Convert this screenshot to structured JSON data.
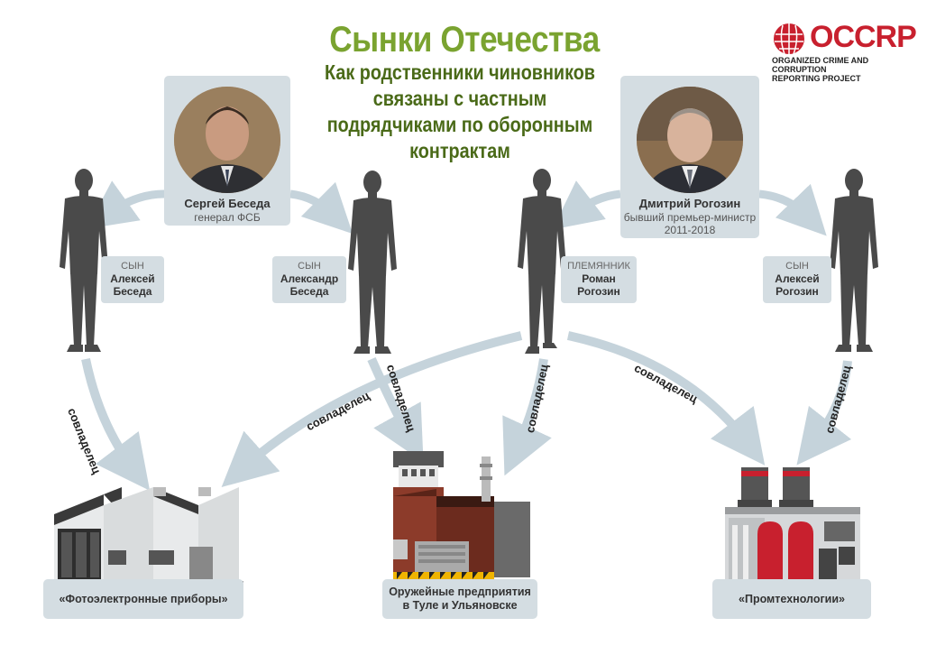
{
  "title": "Сынки Отечества",
  "subtitle_lines": [
    "Как родственники чиновников",
    "связаны с частным",
    "подрядчиками по оборонным",
    "контрактам"
  ],
  "logo": {
    "name": "OCCRP",
    "tagline_1": "ORGANIZED CRIME AND CORRUPTION",
    "tagline_2": "REPORTING PROJECT"
  },
  "officials": [
    {
      "name": "Сергей Беседа",
      "role": "генерал ФСБ",
      "role2": ""
    },
    {
      "name": "Дмитрий Рогозин",
      "role": "бывший премьер-министр",
      "role2": "2011-2018"
    }
  ],
  "relatives": [
    {
      "relation": "СЫН",
      "name_1": "Алексей",
      "name_2": "Беседа"
    },
    {
      "relation": "СЫН",
      "name_1": "Александр",
      "name_2": "Беседа"
    },
    {
      "relation": "ПЛЕМЯННИК",
      "name_1": "Роман",
      "name_2": "Рогозин"
    },
    {
      "relation": "СЫН",
      "name_1": "Алексей",
      "name_2": "Рогозин"
    }
  ],
  "arrow_label": "совладелец",
  "companies": [
    {
      "line1": "«Фотоэлектронные приборы»",
      "line2": ""
    },
    {
      "line1": "Оружейные предприятия",
      "line2": "в Туле и Ульяновске"
    },
    {
      "line1": "«Промтехнологии»",
      "line2": ""
    }
  ],
  "colors": {
    "title": "#7aa330",
    "subtitle": "#4a6a18",
    "arrow": "#c5d3db",
    "box": "#d4dde2",
    "silhouette": "#4a4a4a",
    "brand": "#c8202e"
  }
}
